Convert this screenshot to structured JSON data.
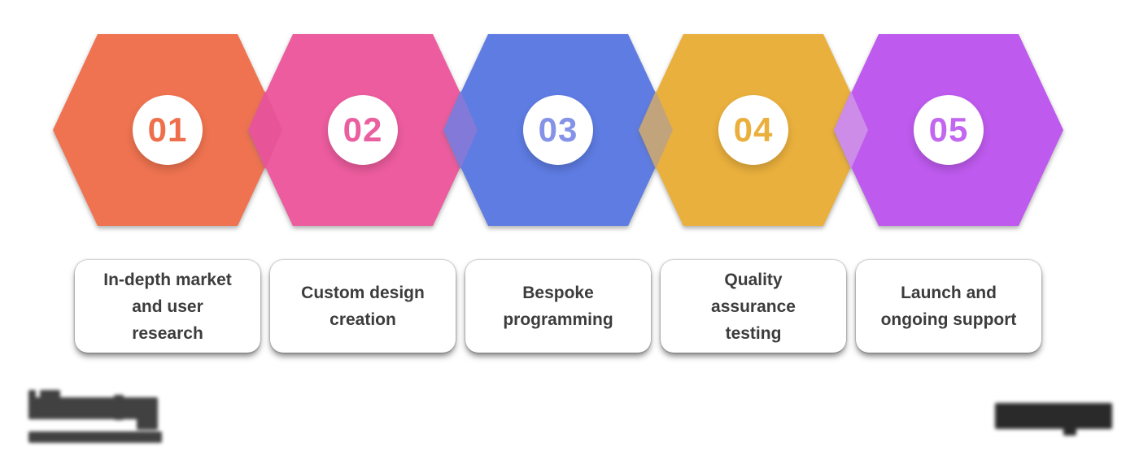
{
  "diagram": {
    "steps": [
      {
        "number": "01",
        "label": "In-depth market and user research",
        "hex_color": "#EF7350",
        "number_color": "#EE6F4C"
      },
      {
        "number": "02",
        "label": "Custom design creation",
        "hex_color": "#EC5C9E",
        "number_color": "#EA5F9F"
      },
      {
        "number": "03",
        "label": "Bespoke programming",
        "hex_color": "#5E7CE2",
        "number_color": "#8493E7"
      },
      {
        "number": "04",
        "label": "Quality assurance testing",
        "hex_color": "#EAB03D",
        "number_color": "#EAAF3D"
      },
      {
        "number": "05",
        "label": "Launch and ongoing support",
        "hex_color": "#BE5AEE",
        "number_color": "#C267EF"
      }
    ],
    "junction_colors": {
      "j1": "#E75598",
      "j2": "#8379D8",
      "j3": "#C2A47C",
      "j4": "#CC8CE8"
    },
    "card_text_color": "#3C3C3C",
    "card_background": "#FFFFFF",
    "page_background": "#FFFFFF",
    "footer": {
      "left_mark_color": "#414141",
      "right_mark_color": "#2A2A2A"
    }
  }
}
